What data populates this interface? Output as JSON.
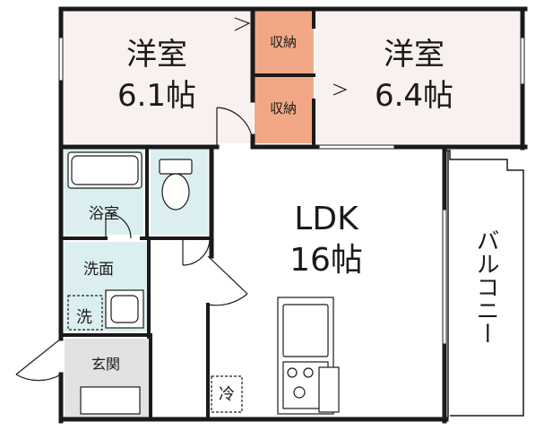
{
  "rooms": {
    "western_room_1": {
      "name": "洋室",
      "size": "6.1帖"
    },
    "western_room_2": {
      "name": "洋室",
      "size": "6.4帖"
    },
    "closet_1": {
      "name": "収納"
    },
    "closet_2": {
      "name": "収納"
    },
    "ldk": {
      "name": "LDK",
      "size": "16帖"
    },
    "bathroom": {
      "name": "浴室"
    },
    "washroom": {
      "name": "洗面"
    },
    "laundry": {
      "name": "洗"
    },
    "entrance": {
      "name": "玄関"
    },
    "fridge": {
      "name": "冷"
    },
    "balcony": {
      "name": "バルコニー"
    }
  },
  "colors": {
    "wall": "#1a1a1a",
    "room_floor": "#f8f1ef",
    "closet": "#f2a886",
    "wet_area": "#dceff0",
    "entrance": "#e2e2e2",
    "balcony": "#ffffff"
  }
}
